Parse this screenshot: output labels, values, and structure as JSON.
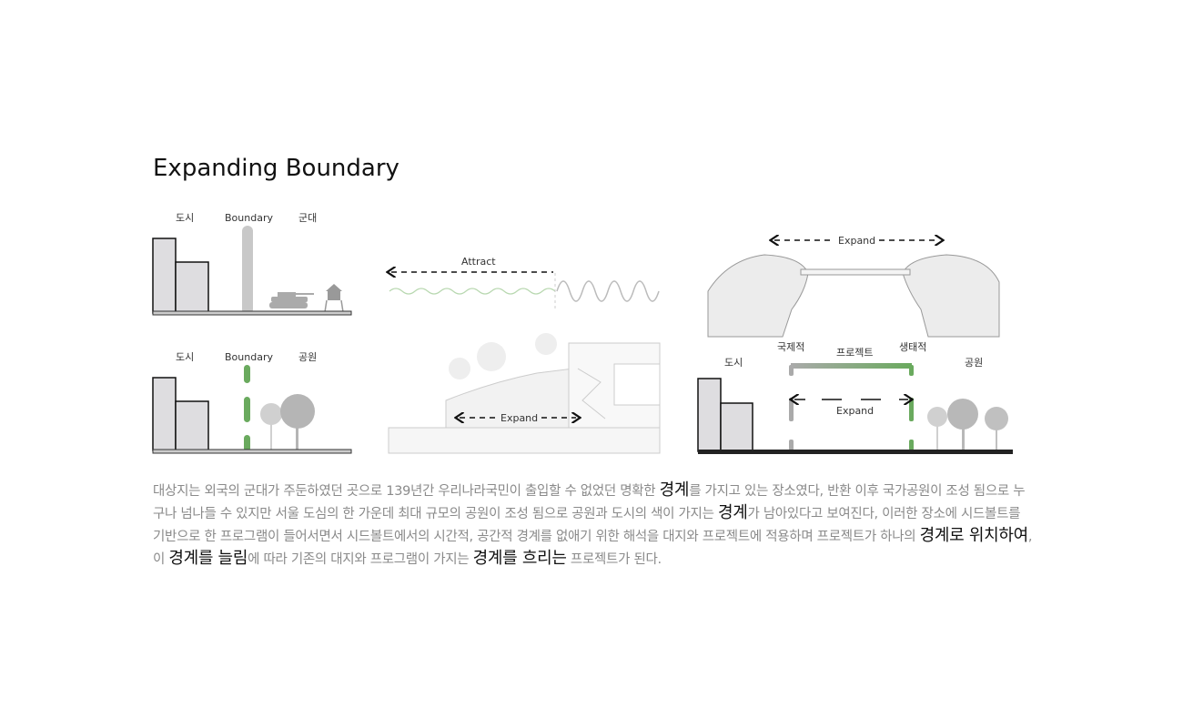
{
  "title": "Expanding Boundary",
  "diagram1": {
    "city": "도시",
    "boundary": "Boundary",
    "military": "군대"
  },
  "diagram2": {
    "city": "도시",
    "boundary": "Boundary",
    "park": "공원"
  },
  "diagram3": {
    "attract": "Attract",
    "expand": "Expand"
  },
  "diagram4": {
    "expand": "Expand"
  },
  "diagram5": {
    "city": "도시",
    "international": "국제적",
    "project": "프로젝트",
    "ecological": "생태적",
    "park": "공원",
    "expand": "Expand"
  },
  "paragraph": {
    "p1": " 대상지는 외국의 군대가 주둔하였던 곳으로 139년간 우리나라국민이 출입할 수 없었던 명확한 ",
    "h1": "경계",
    "p2": "를 가지고 있는 장소였다, 반환 이후 국가공원이 조성 됨으로 누구나 넘나들 수 있지만 서울 도심의 한 가운데 최대 규모의 공원이 조성 됨으로 공원과 도시의 색이 가지는 ",
    "h2": "경계",
    "p3": "가 남아있다고 보여진다, 이러한 장소에 시드볼트를 기반으로 한 프로그램이 들어서면서 시드볼트에서의 시간적, 공간적 경계를 없애기 위한 해석을 대지와 프로젝트에 적용하며 프로젝트가 하나의 ",
    "h3": "경계로 위치하여",
    "p4": ", 이 ",
    "h4": "경계를 늘림",
    "p5": "에 따라 기존의 대지와 프로그램이 가지는 ",
    "h5": "경계를 흐리는",
    "p6": " 프로젝트가 된다."
  },
  "colors": {
    "green": "#6aaa5e",
    "gray": "#c8c8c8",
    "building": "#dedde0"
  }
}
